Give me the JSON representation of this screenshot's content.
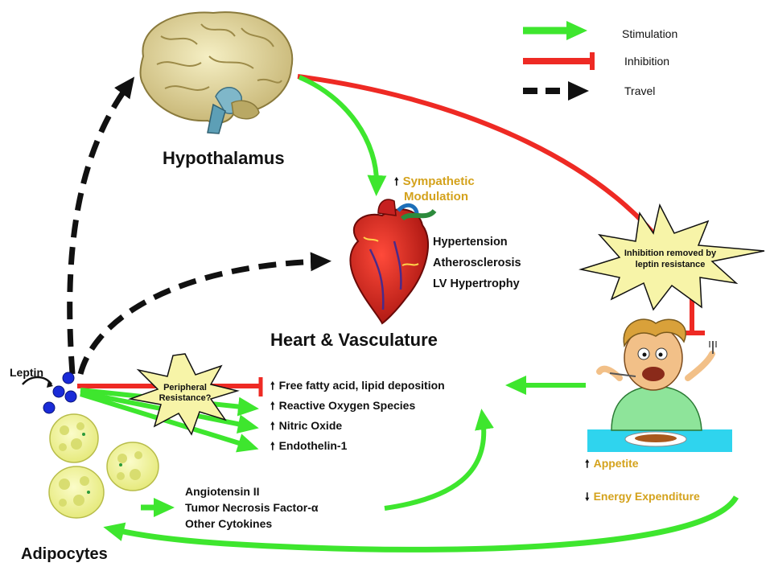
{
  "legend": {
    "stimulation": "Stimulation",
    "inhibition": "Inhibition",
    "travel": "Travel"
  },
  "nodes": {
    "hypothalamus": "Hypothalamus",
    "heart_vasculature": "Heart & Vasculature",
    "leptin": "Leptin",
    "adipocytes": "Adipocytes"
  },
  "sympathetic": [
    "Sympathetic",
    "Modulation"
  ],
  "heart_effects": [
    "Hypertension",
    "Atherosclerosis",
    "LV Hypertrophy"
  ],
  "vascular_effects": [
    "Free fatty acid, lipid deposition",
    "Reactive Oxygen Species",
    "Nitric Oxide",
    "Endothelin-1"
  ],
  "cytokines": [
    "Angiotensin II",
    "Tumor Necrosis Factor-α",
    "Other Cytokines"
  ],
  "peripheral_burst": [
    "Peripheral",
    "Resistance?"
  ],
  "leptin_burst": [
    "Inhibition removed by",
    "leptin resistance"
  ],
  "appetite": "Appetite",
  "energy": "Energy Expenditure",
  "colors": {
    "stimulation": "#3ee62e",
    "inhibition": "#ee2a24",
    "travel": "#111111",
    "burst_fill": "#f7f4a8",
    "gold_text": "#d4a21c",
    "fat_cell": "#f2f59a",
    "leptin_dot": "#1a2bd8"
  }
}
